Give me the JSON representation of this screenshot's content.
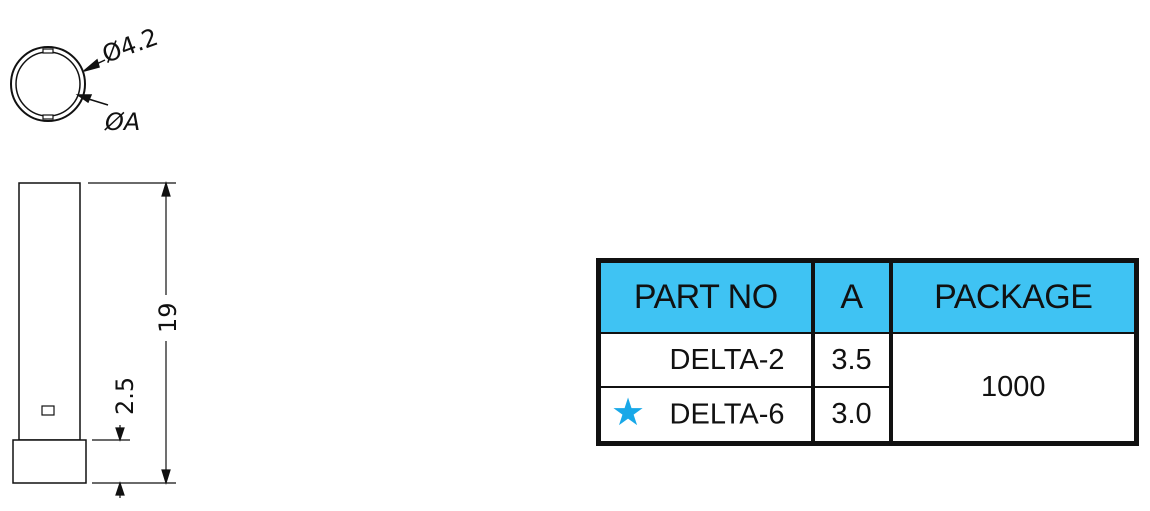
{
  "drawing": {
    "dim_outer_diameter": "Ø4.2",
    "dim_inner_diameter": "ØA",
    "dim_length": "19",
    "dim_step": "2.5"
  },
  "table": {
    "header_color": "#3fc3f3",
    "star_color": "#18a8e8",
    "headers": {
      "part_no": "PART NO",
      "a": "A",
      "package": "PACKAGE"
    },
    "rows": [
      {
        "part_no": "DELTA-2",
        "a": "3.5",
        "starred": false
      },
      {
        "part_no": "DELTA-6",
        "a": "3.0",
        "starred": true
      }
    ],
    "package_value": "1000",
    "star_icon": "★"
  }
}
